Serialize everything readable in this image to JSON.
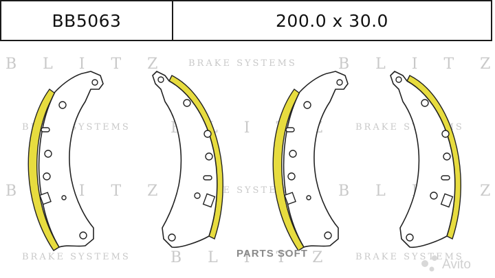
{
  "header": {
    "code": "BB5063",
    "size": "200.0 x 30.0"
  },
  "watermarks": {
    "brand": "BLITZ",
    "tagline": "BRAKE SYSTEMS"
  },
  "overlays": {
    "parts_soft": "PARTS SOFT",
    "avito": "Avito"
  },
  "colors": {
    "lining": "#e7dc3f",
    "outline": "#222222",
    "watermark": "#c9c9c9"
  }
}
